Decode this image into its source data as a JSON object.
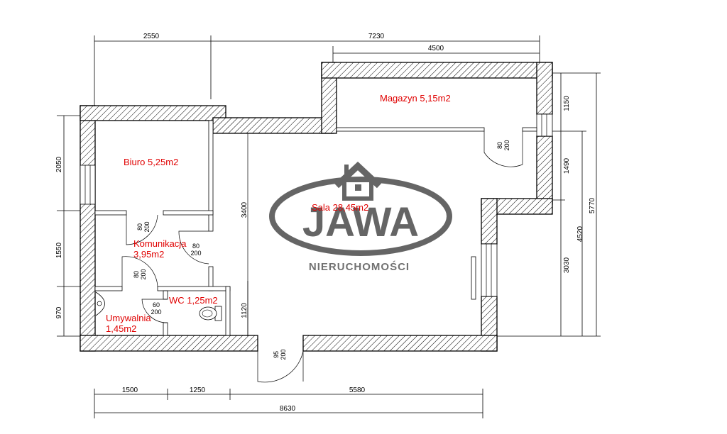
{
  "dimensions": {
    "top": [
      "2550",
      "7230",
      "4500"
    ],
    "bottom": [
      "1500",
      "1250",
      "5580",
      "8630"
    ],
    "left": [
      "2050",
      "1550",
      "970"
    ],
    "right": [
      "1150",
      "1490",
      "3030",
      "4520",
      "5770"
    ],
    "inner": [
      "3400",
      "1120"
    ]
  },
  "rooms": {
    "biuro": "Biuro 5,25m2",
    "magazyn": "Magazyn 5,15m2",
    "sala": "Sala 28,45m2",
    "komunikacja_1": "Komunikacja",
    "komunikacja_2": "3,95m2",
    "wc": "WC 1,25m2",
    "umywalnia_1": "Umywalnia",
    "umywalnia_2": "1,45m2"
  },
  "doors": {
    "d1": [
      "80",
      "200"
    ],
    "d2": [
      "80",
      "200"
    ],
    "d3": [
      "80",
      "200"
    ],
    "d4": [
      "60",
      "200"
    ],
    "d5": [
      "80",
      "200"
    ],
    "d6": [
      "95",
      "200"
    ]
  },
  "logo": {
    "name": "JAWA",
    "subtitle": "NIERUCHOMOŚCI"
  },
  "colors": {
    "room_label": "#e00000",
    "logo": "#595959"
  }
}
